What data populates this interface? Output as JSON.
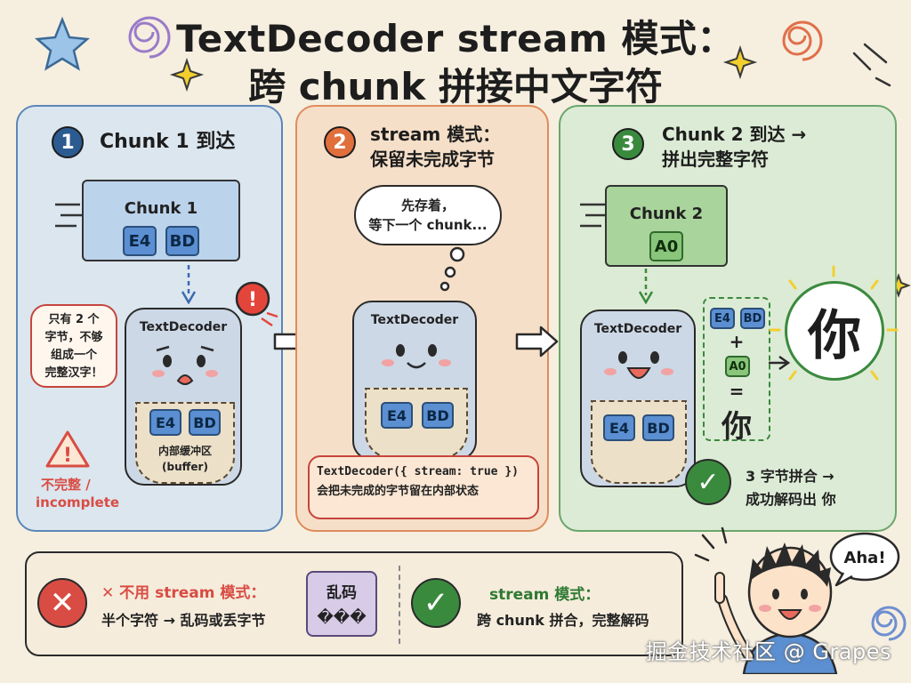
{
  "title": {
    "line1": "TextDecoder stream 模式：",
    "line2": "跨 chunk 拼接中文字符"
  },
  "colors": {
    "panel1": "#dbe6ef",
    "panel2": "#f6dfc8",
    "panel3": "#dcebd5",
    "step1": "#2c5b91",
    "step2": "#e06f3c",
    "step3": "#3a8a3e",
    "error": "#d94c43",
    "success": "#3a8a3e"
  },
  "panel1": {
    "step": "1",
    "heading": "Chunk 1 到达",
    "chunk_label": "Chunk 1",
    "bytes": [
      "E4",
      "BD"
    ],
    "decoder_name": "TextDecoder",
    "pocket_bytes": [
      "E4",
      "BD"
    ],
    "pocket_label": "内部缓冲区",
    "pocket_label2": "(buffer)",
    "bubble": [
      "只有 2 个",
      "字节，不够",
      "组成一个",
      "完整汉字！"
    ],
    "alert_mark": "!",
    "warning_mark": "!",
    "warning_cn": "不完整 /",
    "warning_en": "incomplete"
  },
  "panel2": {
    "step": "2",
    "heading1": "stream 模式：",
    "heading2": "保留未完成字节",
    "thought1": "先存着，",
    "thought2": "等下一个 chunk...",
    "decoder_name": "TextDecoder",
    "pocket_bytes": [
      "E4",
      "BD"
    ],
    "note1": "TextDecoder({ stream: true })",
    "note2": "会把未完成的字节留在内部状态"
  },
  "panel3": {
    "step": "3",
    "heading1": "Chunk 2 到达 →",
    "heading2": "拼出完整字符",
    "chunk_label": "Chunk 2",
    "bytes": [
      "A0"
    ],
    "decoder_name": "TextDecoder",
    "pocket_bytes": [
      "E4",
      "BD"
    ],
    "combine_bytes": [
      "E4",
      "BD"
    ],
    "plus": "+",
    "combine_new": "A0",
    "equals": "=",
    "result_small": "你",
    "result_big": "你",
    "check_text1": "3 字节拼合 →",
    "check_text2": "成功解码出 你"
  },
  "bottom": {
    "bad_title": "✕ 不用 stream 模式：",
    "bad_desc": "半个字符 → 乱码或丢字节",
    "garbled_label": "乱码",
    "garbled_chars": "���",
    "good_title": "stream 模式：",
    "good_desc": "跨 chunk 拼合，完整解码"
  },
  "character": {
    "speech": "Aha!"
  },
  "watermark": "掘金技术社区 @ Grapes"
}
